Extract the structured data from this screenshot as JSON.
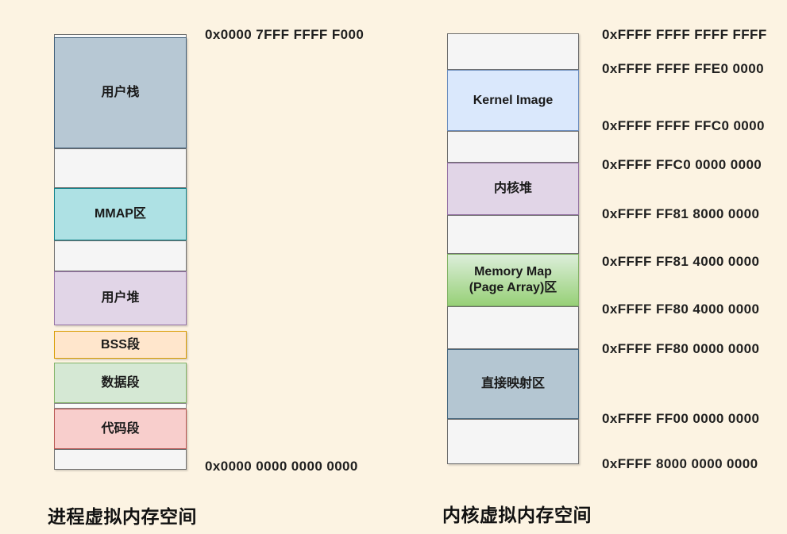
{
  "canvas": {
    "background": "#FCF3E2",
    "text_color": "#1f1f1f"
  },
  "left_diagram": {
    "title": "进程虚拟内存空间",
    "top_address": "0x0000 7FFF FFFF F000",
    "bottom_address": "0x0000 0000 0000 0000",
    "blocks": [
      {
        "label": "",
        "fill": "#F8FAFB",
        "border": "#6E6E6E"
      },
      {
        "label": "用户栈",
        "fill": "#B7C8D4",
        "border": "#3E5C77"
      },
      {
        "label": "",
        "fill": "#F5F5F5",
        "border": "#6E6E6E"
      },
      {
        "label": "MMAP区",
        "fill": "#AEE1E4",
        "border": "#0E8088"
      },
      {
        "label": "",
        "fill": "#F5F5F5",
        "border": "#6E6E6E"
      },
      {
        "label": "用户堆",
        "fill": "#E1D5E7",
        "border": "#9673A6"
      },
      {
        "label": "BSS段",
        "fill": "#FFE6CC",
        "border": "#D79B00"
      },
      {
        "label": "数据段",
        "fill": "#D5E8D4",
        "border": "#82B366"
      },
      {
        "label": "",
        "fill": "#FBFBFB",
        "border": "#8A8A8A"
      },
      {
        "label": "代码段",
        "fill": "#F8CECC",
        "border": "#B85450"
      },
      {
        "label": "",
        "fill": "#F5F5F5",
        "border": "#6E6E6E"
      }
    ]
  },
  "right_diagram": {
    "title": "内核虚拟内存空间",
    "blocks": [
      {
        "label": "",
        "fill": "#F5F5F5",
        "border": "#6E6E6E"
      },
      {
        "label": "Kernel Image",
        "fill": "#DAE8FC",
        "border": "#6C8EBF"
      },
      {
        "label": "",
        "fill": "#F5F5F5",
        "border": "#6E6E6E"
      },
      {
        "label": "内核堆",
        "fill": "#E1D5E7",
        "border": "#9673A6"
      },
      {
        "label": "",
        "fill": "#F5F5F5",
        "border": "#6E6E6E"
      },
      {
        "label": "Memory Map\n(Page Array)区",
        "fill": "linear-gradient(#DCEEDA, #97D077)",
        "border": "#82B366"
      },
      {
        "label": "",
        "fill": "#F5F5F5",
        "border": "#6E6E6E"
      },
      {
        "label": "直接映射区",
        "fill": "#B4C6D2",
        "border": "#48687F"
      },
      {
        "label": "",
        "fill": "#F5F5F5",
        "border": "#6E6E6E"
      }
    ],
    "addresses": [
      "0xFFFF FFFF FFFF FFFF",
      "0xFFFF FFFF FFE0 0000",
      "0xFFFF FFFF FFC0 0000",
      "0xFFFF FFC0 0000 0000",
      "0xFFFF FF81 8000 0000",
      "0xFFFF FF81 4000 0000",
      "0xFFFF FF80 4000 0000",
      "0xFFFF FF80 0000 0000",
      "0xFFFF FF00 0000 0000",
      "0xFFFF 8000 0000 0000"
    ]
  }
}
